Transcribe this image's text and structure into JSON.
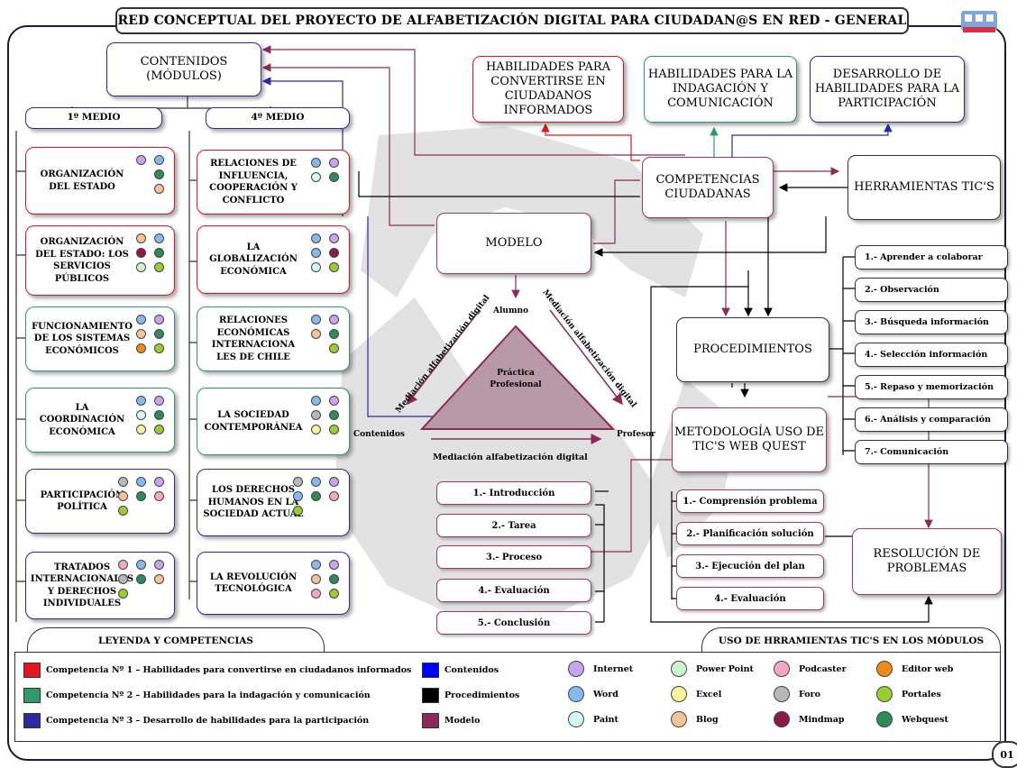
{
  "title": "RED CONCEPTUAL DEL PROYECTO DE ALFABETIZACIÓN DIGITAL PARA CIUDADAN@S EN RED - GENERAL",
  "page_number": "01",
  "colors": {
    "comp1": "#e0181e",
    "comp2": "#2e9a6b",
    "comp3": "#2a2aa0",
    "contenidos": "#0000ff",
    "procedimientos": "#000000",
    "modelo": "#8b2a5a"
  },
  "contenidos": {
    "title": "CONTENIDOS\n(MÓDULOS)",
    "level1": "1º MEDIO",
    "level4": "4º MEDIO",
    "col1": [
      {
        "label": "ORGANIZACIÓN DEL ESTADO",
        "dots": [
          "internet",
          "word",
          "",
          "webquest",
          "",
          "blog"
        ]
      },
      {
        "label": "ORGANIZACIÓN DEL ESTADO: LOS SERVICIOS PÚBLICOS",
        "dots": [
          "blog",
          "word",
          "mindmap",
          "webquest",
          "powerpoint",
          "portales"
        ]
      },
      {
        "label": "FUNCIONAMIENTO DE LOS SISTEMAS ECONÓMICOS",
        "dots": [
          "word",
          "internet",
          "blog",
          "webquest",
          "editorweb",
          "portales"
        ]
      },
      {
        "label": "LA COORDINACIÓN ECONÓMICA",
        "dots": [
          "word",
          "internet",
          "paint",
          "webquest",
          "excel",
          "portales"
        ]
      },
      {
        "label": "PARTICIPACIÓN POLÍTICA",
        "dots": [
          "foro",
          "word",
          "internet",
          "blog",
          "webquest",
          "podcaster",
          "portales"
        ]
      },
      {
        "label": "TRATADOS INTERNACIONALES Y DERECHOS INDIVIDUALES",
        "dots": [
          "podcaster",
          "word",
          "internet",
          "foro",
          "webquest",
          "blog",
          "portales"
        ]
      }
    ],
    "col4": [
      {
        "label": "RELACIONES DE INFLUENCIA, COOPERACIÓN Y CONFLICTO",
        "dots": [
          "word",
          "internet",
          "paint",
          "webquest"
        ]
      },
      {
        "label": "LA GLOBALIZACIÓN ECONÓMICA",
        "dots": [
          "word",
          "internet",
          "word",
          "mindmap",
          "paint",
          "portales"
        ]
      },
      {
        "label": "RELACIONES ECONÓMICAS INTERNACIONA LES DE CHILE",
        "dots": [
          "word",
          "internet",
          "blog",
          "webquest",
          "",
          "portales"
        ]
      },
      {
        "label": "LA SOCIEDAD CONTEMPORÁNEA",
        "dots": [
          "word",
          "internet",
          "foro",
          "webquest",
          "excel",
          "portales"
        ]
      },
      {
        "label": "LOS DERECHOS HUMANOS EN LA SOCIEDAD ACTUAL",
        "dots": [
          "foro",
          "word",
          "internet",
          "word",
          "webquest",
          "podcaster",
          "portales"
        ]
      },
      {
        "label": "LA REVOLUCIÓN TECNOLÓGICA",
        "dots": [
          "word",
          "internet",
          "blog",
          "webquest",
          "podcaster",
          "portales"
        ]
      }
    ]
  },
  "habilidades": {
    "h1": "HABILIDADES PARA CONVERTIRSE EN CIUDADANOS INFORMADOS",
    "h2": "HABILIDADES PARA LA INDAGACIÓN Y COMUNICACIÓN",
    "h3": "DESARROLLO DE HABILIDADES PARA LA PARTICIPACIÓN"
  },
  "competencias": "COMPETENCIAS CIUDADANAS",
  "herramientas": "HERRAMIENTAS TIC'S",
  "modelo": "MODELO",
  "procedimientos": "PROCEDIMIENTOS",
  "metodologia": "METODOLOGÍA USO DE TIC'S WEB QUEST",
  "resolucion": "RESOLUCIÓN DE PROBLEMAS",
  "triangle": {
    "top": "Alumno",
    "left": "Contenidos",
    "right": "Profesor",
    "center": "Práctica Profesional",
    "left_side": "Mediación alfabetización digital",
    "right_side": "Mediación alfabetización digital",
    "bottom": "Mediación alfabetización digital"
  },
  "webquest_steps": [
    "1.- Introducción",
    "2.- Tarea",
    "3.- Proceso",
    "4.- Evaluación",
    "5.- Conclusión"
  ],
  "procedimientos_list": [
    "1.- Aprender a colaborar",
    "2.- Observación",
    "3.- Búsqueda información",
    "4.- Selección información",
    "5.- Repaso y memorización",
    "6.- Análisis y comparación",
    "7.- Comunicación"
  ],
  "resolucion_steps": [
    "1.- Comprensión problema",
    "2.- Planificación solución",
    "3.- Ejecución del plan",
    "4.- Evaluación"
  ],
  "legend": {
    "title": "LEYENDA Y COMPETENCIAS",
    "rows": [
      {
        "label": "Competencia Nº 1 – Habilidades para convertirse en ciudadanos informados",
        "color": "#e0181e"
      },
      {
        "label": "Competencia Nº 2 – Habilidades para la indagación y comunicación",
        "color": "#2e9a6b"
      },
      {
        "label": "Competencia Nº 3 – Desarrollo de habilidades para la participación",
        "color": "#2a2aa0"
      }
    ],
    "types": [
      {
        "label": "Contenidos",
        "color": "#0000ff"
      },
      {
        "label": "Procedimientos",
        "color": "#000000"
      },
      {
        "label": "Modelo",
        "color": "#8b2a5a"
      }
    ]
  },
  "tools": {
    "title": "USO DE HRRAMIENTAS TIC'S EN LOS MÓDULOS",
    "items": [
      {
        "key": "internet",
        "label": "Internet",
        "color": "#c9a2f0"
      },
      {
        "key": "powerpoint",
        "label": "Power Point",
        "color": "#ccf5cc"
      },
      {
        "key": "podcaster",
        "label": "Podcaster",
        "color": "#f4a6c8"
      },
      {
        "key": "editorweb",
        "label": "Editor web",
        "color": "#f08a1a"
      },
      {
        "key": "word",
        "label": "Word",
        "color": "#86b9ee"
      },
      {
        "key": "excel",
        "label": "Excel",
        "color": "#f8f59a"
      },
      {
        "key": "foro",
        "label": "Foro",
        "color": "#b8b8b8"
      },
      {
        "key": "portales",
        "label": "Portales",
        "color": "#9acd32"
      },
      {
        "key": "paint",
        "label": "Paint",
        "color": "#d4f7f7"
      },
      {
        "key": "blog",
        "label": "Blog",
        "color": "#f5c39a"
      },
      {
        "key": "mindmap",
        "label": "Mindmap",
        "color": "#8b1a4a"
      },
      {
        "key": "webquest",
        "label": "Webquest",
        "color": "#2e8b57"
      }
    ]
  }
}
